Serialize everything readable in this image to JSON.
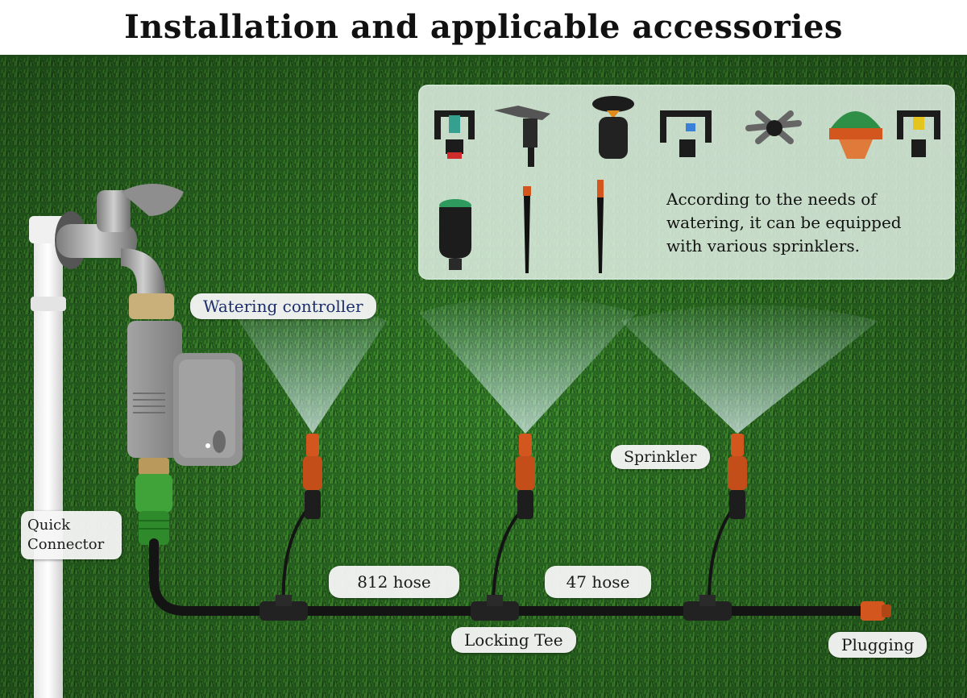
{
  "title": "Installation and applicable accessories",
  "accessories_note": {
    "line1": "According to the needs of",
    "line2": "watering, it can be equipped",
    "line3": "with various sprinklers."
  },
  "labels": {
    "watering_controller": "Watering controller",
    "sprinkler": "Sprinkler",
    "quick_connector_line1": "Quick",
    "quick_connector_line2": "Connector",
    "hose_812": "812 hose",
    "hose_47": "47 hose",
    "locking_tee": "Locking Tee",
    "plugging": "Plugging"
  },
  "colors": {
    "grass_dark": "#1f5a1c",
    "grass_light": "#3f8f2e",
    "hose": "#1a1a1a",
    "sprinkler_orange": "#d2561e",
    "connector_green": "#3fa33a",
    "controller_gray": "#8c8c8c"
  }
}
